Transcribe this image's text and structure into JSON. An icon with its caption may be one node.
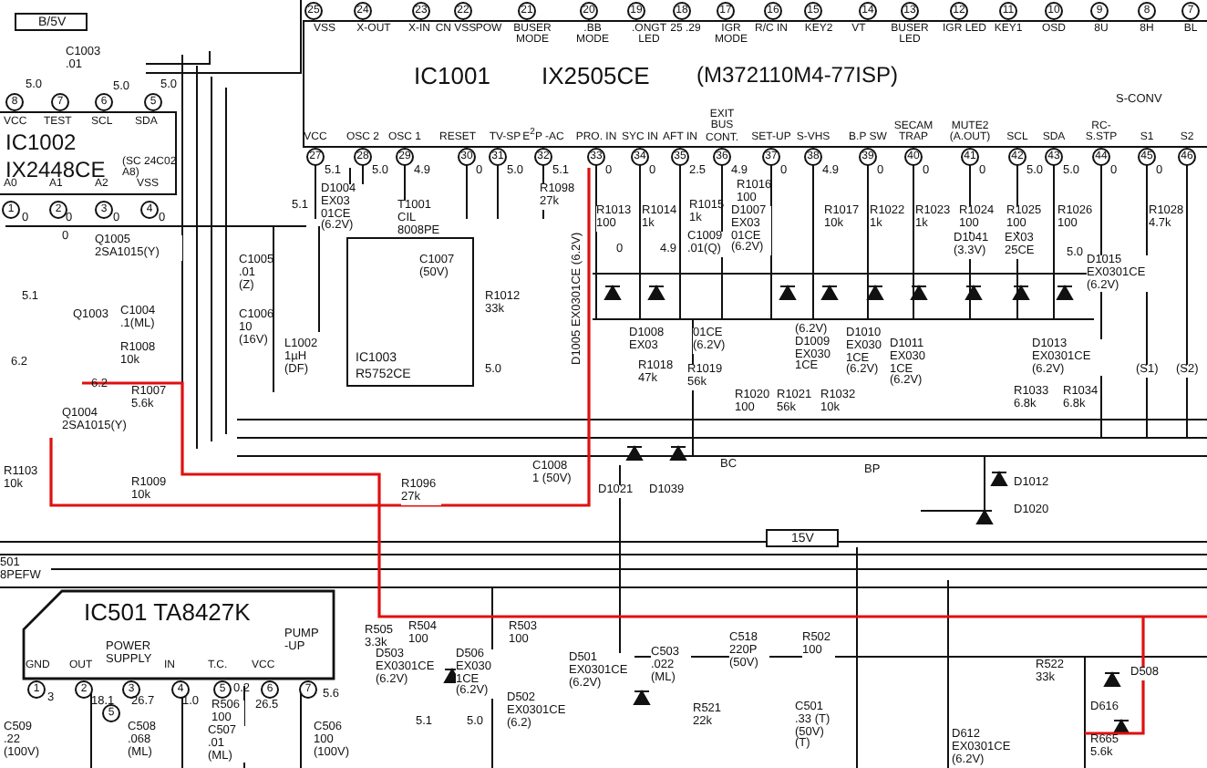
{
  "diagram": {
    "nodes": [
      {
        "text": [
          "IC1001",
          "IX2505CE",
          "(M372110M4-77ISP)"
        ]
      },
      {
        "text": [
          "IC1002",
          "IX2448CE",
          "(SC 24C02 A8)"
        ]
      },
      {
        "text": [
          "IC1003",
          "R5752CE"
        ]
      },
      {
        "text": [
          "IC501 TA8427K"
        ]
      },
      {
        "text": [
          "15V"
        ]
      },
      {
        "text": [
          "B/5V"
        ]
      }
    ],
    "labels": [
      "C1003 .01",
      "8",
      "7",
      "6",
      "5",
      "5.0",
      "5.0",
      "5.0",
      "VCC",
      "TEST",
      "SCL",
      "SDA",
      "A0",
      "A1",
      "A2",
      "VSS",
      "1",
      "2",
      "3",
      "4",
      "0",
      "0",
      "0",
      "0",
      "Q1005 2SA1015(Y)",
      "0",
      "5.1",
      "Q1003",
      "C1004 .1(ML)",
      "6.2",
      "R1008 10k",
      "6.2",
      "R1007 5.6k",
      "Q1004 2SA1015(Y)",
      "R1103 10k",
      "R1009 10k",
      "25",
      "24",
      "23",
      "22",
      "21",
      "20",
      "19",
      "18",
      "17",
      "16",
      "15",
      "14",
      "13",
      "12",
      "11",
      "10",
      "9",
      "8",
      "7",
      "VSS",
      "X-OUT",
      "X-IN",
      "CN VSS",
      "POW",
      "BUSER MODE",
      ".BB MODE",
      ".ONGT LED",
      "25 .29",
      "IGR MODE",
      "R/C IN",
      "KEY2",
      "VT",
      "BUSER LED",
      "IGR LED",
      "KEY1",
      "OSD",
      "8U",
      "8H",
      "BL",
      "VCC",
      "OSC 2",
      "OSC 1",
      "RESET",
      "TV-SP",
      "E$^{2}$P -AC",
      "PRO. IN",
      "SYC IN",
      "AFT IN",
      "EXIT BUS CONT.",
      "SET-UP",
      "S-VHS",
      "B.P SW",
      "SECAM TRAP",
      "MUTE2 (A.OUT)",
      "SCL",
      "SDA",
      "RC-S.STP",
      "S1",
      "S2",
      "27",
      "28",
      "29",
      "30",
      "31",
      "32",
      "33",
      "34",
      "35",
      "36",
      "37",
      "38",
      "39",
      "40",
      "41",
      "42",
      "43",
      "44",
      "45",
      "46",
      "5.1",
      "5.0",
      "4.9",
      "0",
      "5.0",
      "5.1",
      "0",
      "0",
      "2.5",
      "4.9",
      "0",
      "4.9",
      "0",
      "0",
      "0",
      "5.0",
      "5.0",
      "0",
      "0",
      "S-CONV",
      "D1004 EX03 01CE (6.2V)",
      "5.1",
      "C1005 .01 (Z)",
      "C1006 10 (16V)",
      "L1002 1µH (DF)",
      "T1001 CIL 8008PE",
      "C1007 (50V)",
      "R1098 27k",
      "R1012 33k",
      "5.0",
      "R1096 27k",
      "C1008 1 (50V)",
      "D1005 EX0301CE (6.2V)",
      "R1013 100",
      "R1014 1k",
      "R1015 1k",
      "R1016 100",
      "D1007 EX03 01CE (6.2V)",
      "C1009 .01(Q)",
      "0",
      "4.9",
      "D1008 EX03",
      "R1018 47k",
      "01CE (6.2V)",
      "R1019 56k",
      "R1017 10k",
      "R1022 1k",
      "R1023 1k",
      "R1024 100",
      "D1041 (3.3V)",
      "R1025 100",
      "EX03 25CE",
      "R1026 100",
      "5.0",
      "D1015 EX0301CE (6.2V)",
      "R1028 4.7k",
      "(6.2V) D1009 EX030 1CE",
      "D1010 EX030 1CE (6.2V)",
      "D1011 EX030 1CE (6.2V)",
      "D1013 EX0301CE (6.2V)",
      "(S1)",
      "(S2)",
      "R1020 100",
      "R1021 56k",
      "R1032 10k",
      "R1033 6.8k",
      "R1034 6.8k",
      "BC",
      "BP",
      "D1021",
      "D1039",
      "D1012",
      "D1020",
      "501 8PEFW",
      "GND",
      "OUT",
      "POWER SUPPLY",
      "IN",
      "T.C.",
      "VCC",
      "PUMP -UP",
      "1",
      "2",
      "3",
      "4",
      "5",
      "6",
      "7",
      "3",
      "18.1",
      "26.7",
      "1.0",
      "0.2",
      "26.5",
      "5.6",
      "5",
      "C509 .22 (100V)",
      "C508 .068 (ML)",
      "R506 100",
      "C507 .01 (ML)",
      "C506 100 (100V)",
      "R505 3.3k",
      "D503 EX0301CE (6.2V)",
      "R504 100",
      "R503 100",
      "D506 EX030 1CE (6.2V)",
      "5.1",
      "5.0",
      "D502 EX0301CE (6.2)",
      "D501 EX0301CE (6.2V)",
      "C503 .022 (ML)",
      "R521 22k",
      "C518 220P (50V)",
      "R502 100",
      "C501 .33 (T) (50V) (T)",
      "R522 33k",
      "D508",
      "D616",
      "R665 5.6k",
      "D612 EX0301CE (6.2V)"
    ]
  }
}
